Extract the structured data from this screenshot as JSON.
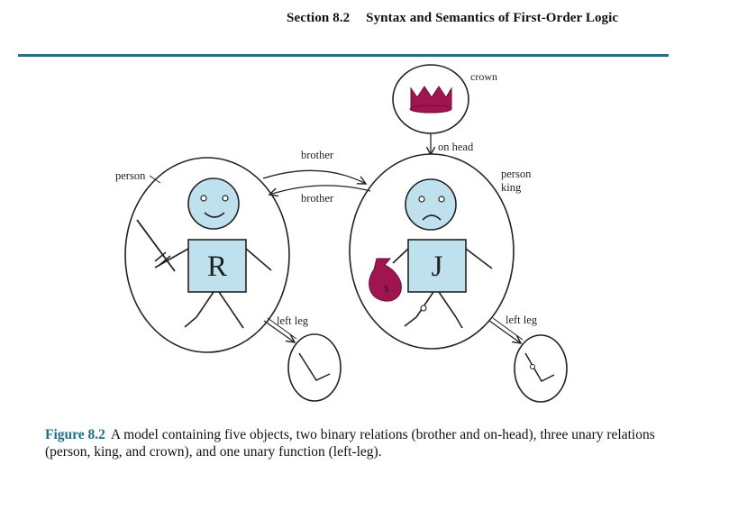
{
  "header": {
    "section": "Section 8.2",
    "title": "Syntax and Semantics of First-Order Logic"
  },
  "figure": {
    "labels": {
      "crown": "crown",
      "on_head": "on head",
      "brother_top": "brother",
      "brother_bottom": "brother",
      "person_left": "person",
      "person_right": "person",
      "king": "king",
      "left_leg_left": "left leg",
      "left_leg_right": "left leg"
    },
    "letters": {
      "richard": "R",
      "john": "J"
    },
    "money_symbol": "$",
    "colors": {
      "face": "#bfe1ee",
      "crown": "#a0154f",
      "moneybag": "#a0154f",
      "outline": "#222222",
      "rule": "#2b6e84",
      "caption_label": "#1e6e8a"
    }
  },
  "caption": {
    "label": "Figure 8.2",
    "text": "A model containing five objects, two binary relations (brother and on-head), three unary relations (person, king, and crown), and one unary function (left-leg)."
  }
}
